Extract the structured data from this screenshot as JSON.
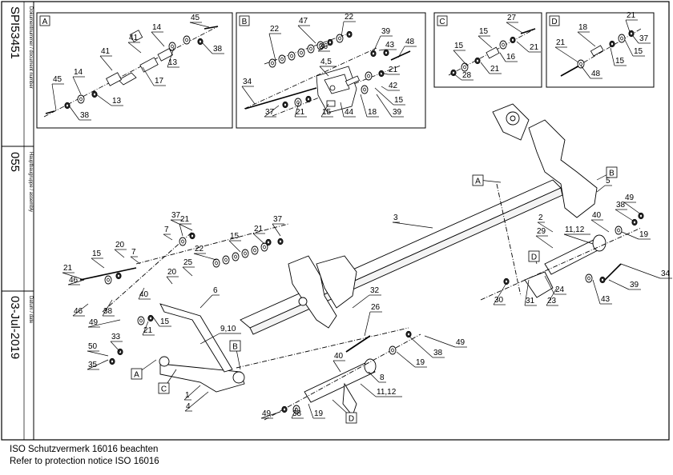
{
  "title_block": {
    "doc_number_label": "Dokumentnummer / document number",
    "doc_number": "SPI53451",
    "assembly_label": "Hauptbaugruppe / assembly",
    "assembly": "055",
    "date_label": "Datum / date",
    "date": "03-Jul-2019"
  },
  "footer": {
    "line1": "ISO Schutzvermerk 16016 beachten",
    "line2": "Refer to protection notice ISO 16016"
  },
  "detail_a": {
    "letter": "A",
    "callouts": [
      "45",
      "14",
      "41",
      "38",
      "13",
      "41",
      "17",
      "45",
      "14",
      "13",
      "38"
    ]
  },
  "detail_b": {
    "letter": "B",
    "callouts": [
      "47",
      "22",
      "22",
      "36",
      "39",
      "43",
      "48",
      "4,5",
      "34",
      "21",
      "42",
      "15",
      "37",
      "21",
      "15",
      "44",
      "18",
      "39"
    ]
  },
  "detail_c": {
    "letter": "C",
    "callouts": [
      "27",
      "15",
      "15",
      "21",
      "16",
      "28",
      "21"
    ]
  },
  "detail_d": {
    "letter": "D",
    "callouts": [
      "21",
      "18",
      "37",
      "21",
      "15",
      "15",
      "48"
    ]
  },
  "main_view": {
    "section_markers": [
      "A",
      "B",
      "A",
      "B",
      "C",
      "D",
      "D"
    ],
    "callouts": [
      "3",
      "5",
      "49",
      "38",
      "40",
      "19",
      "2",
      "29",
      "11,12",
      "34",
      "39",
      "43",
      "23",
      "24",
      "31",
      "30",
      "32",
      "26",
      "8",
      "11,12",
      "40",
      "38",
      "49",
      "19",
      "38",
      "19",
      "49",
      "1",
      "4",
      "9,10",
      "6",
      "33",
      "50",
      "35",
      "46",
      "21",
      "15",
      "40",
      "20",
      "25",
      "22",
      "15",
      "21",
      "37",
      "7",
      "21",
      "37",
      "7",
      "20",
      "15",
      "21",
      "46",
      "49",
      "38"
    ]
  }
}
